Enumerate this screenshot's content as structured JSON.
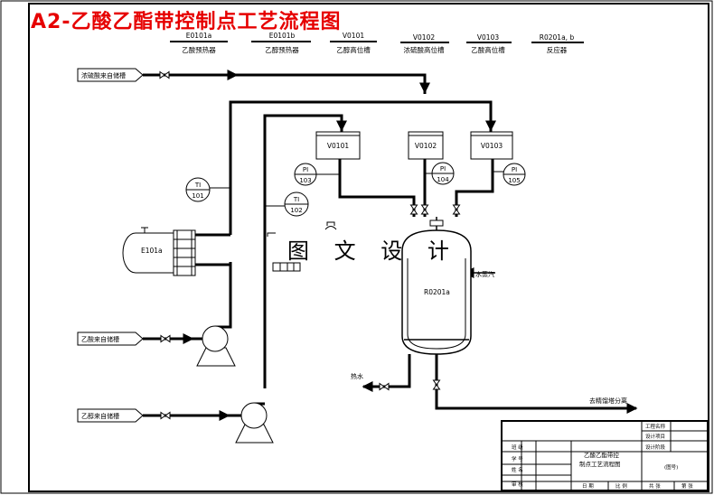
{
  "title": "A2-乙酸乙酯带控制点工艺流程图",
  "watermark": "图 文 设 计",
  "equipment_header": [
    {
      "tag": "E0101a",
      "name": "乙酸预热器"
    },
    {
      "tag": "E0101b",
      "name": "乙醇预热器"
    },
    {
      "tag": "V0101",
      "name": "乙醇高位槽"
    },
    {
      "tag": "V0102",
      "name": "浓硫酸高位槽"
    },
    {
      "tag": "V0103",
      "name": "乙酸高位槽"
    },
    {
      "tag": "R0201a, b",
      "name": "反应器"
    }
  ],
  "storage_labels": {
    "acid": "浓硫酸来自储槽",
    "acetic": "乙酸来自储槽",
    "ethanol": "乙醇来自储槽"
  },
  "tanks": [
    "V0101",
    "V0102",
    "V0103"
  ],
  "heat_exchanger": "E101a",
  "reactor": "R0201a",
  "instruments": [
    {
      "type": "TI",
      "num": "101"
    },
    {
      "type": "TI",
      "num": "102"
    },
    {
      "type": "PI",
      "num": "103"
    },
    {
      "type": "PI",
      "num": "104"
    },
    {
      "type": "PI",
      "num": "105"
    }
  ],
  "stream_labels": {
    "steam": "水蒸汽",
    "hot_water": "热水",
    "to_rectification": "去精馏塔分离"
  },
  "title_block": {
    "project_name": "工程名称",
    "design_project": "设计项目",
    "design_stage": "设计阶段",
    "drawing_title_1": "乙酸乙酯带控",
    "drawing_title_2": "制点工艺流程图",
    "drawing_number": "(图号)",
    "row_labels": [
      "班 级",
      "学 号",
      "姓 名",
      "审 核"
    ],
    "date": "日 期",
    "ratio": "比 例",
    "sheet_total": "共 张",
    "sheet_no": "第 张"
  }
}
